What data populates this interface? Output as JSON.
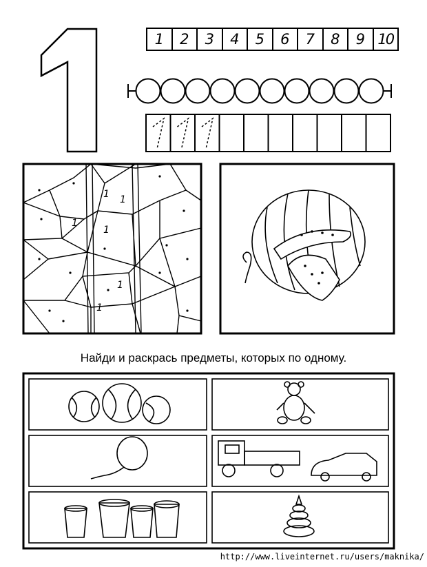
{
  "big_digit": "1",
  "number_strip": [
    "1",
    "2",
    "3",
    "4",
    "5",
    "6",
    "7",
    "8",
    "9",
    "10"
  ],
  "bead_count": 10,
  "tracing_cells": 10,
  "tracing_dashed_cells": 3,
  "mosaic_digit": "1",
  "instruction": "Найди и раскрась предметы, которых по одному.",
  "panels": [
    {
      "id": "balls",
      "count": 3
    },
    {
      "id": "teddy-bear",
      "count": 1
    },
    {
      "id": "balloon",
      "count": 1
    },
    {
      "id": "vehicles",
      "count": 2
    },
    {
      "id": "buckets",
      "count": 4
    },
    {
      "id": "pyramid-toy",
      "count": 1
    }
  ],
  "footer_url": "http://www.liveinternet.ru/users/maknika/"
}
